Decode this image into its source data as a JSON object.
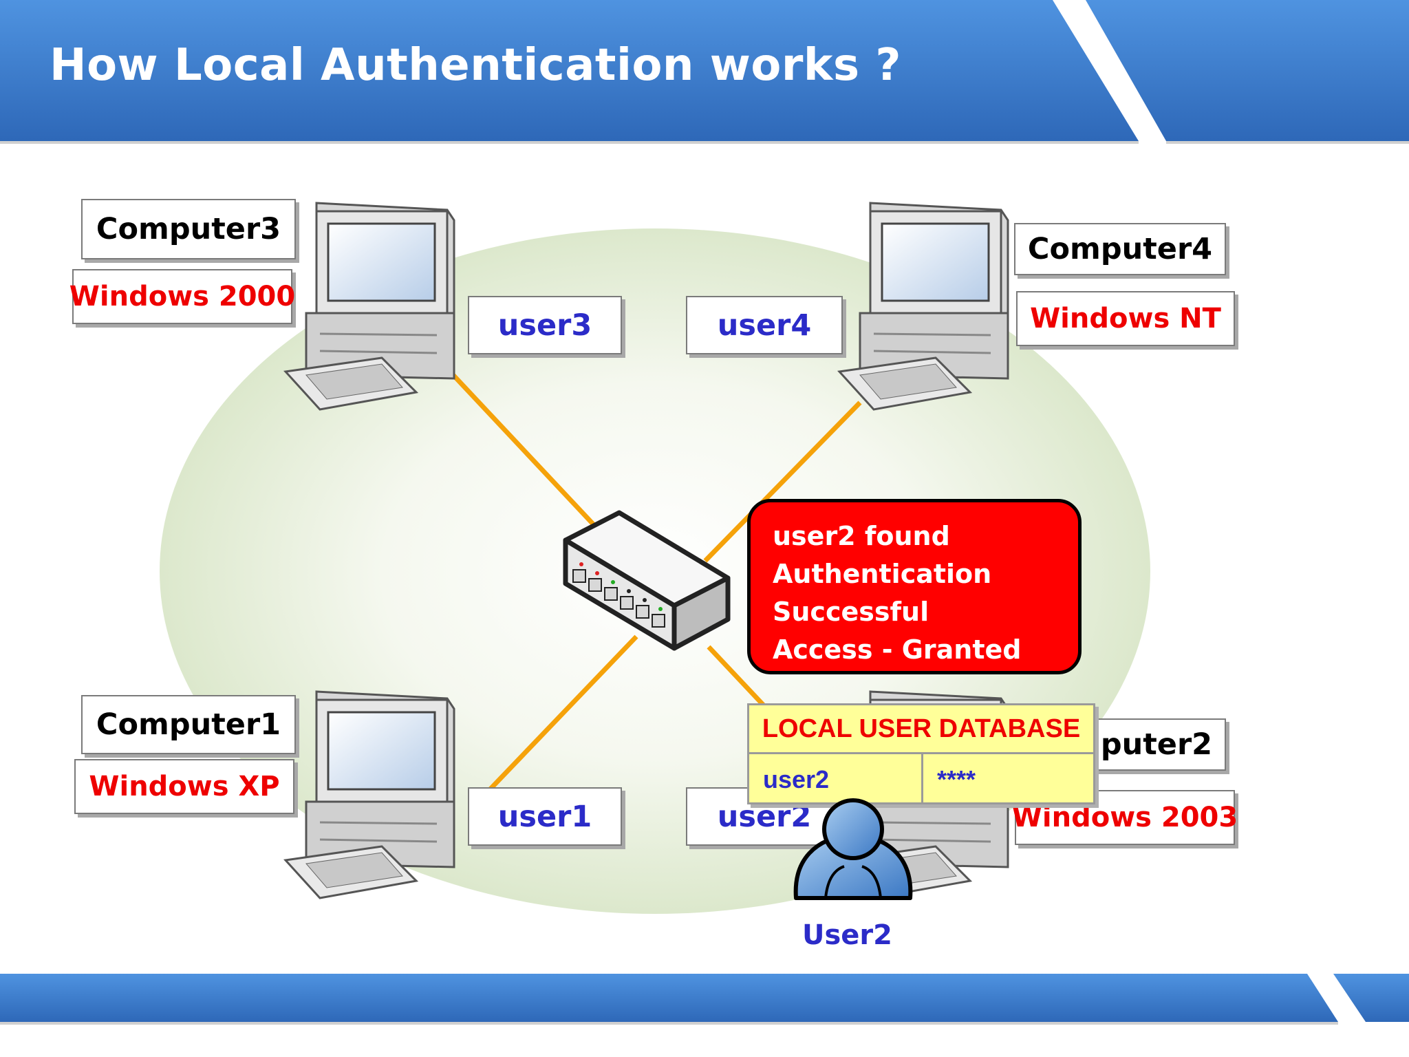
{
  "slide": {
    "title": "How Local Authentication works ?"
  },
  "colors": {
    "banner_blue": "#3c7fd0",
    "link_orange": "#f5a20a",
    "os_red": "#ee0000",
    "user_blue": "#2b2bc8",
    "callout_red": "#ff0000",
    "database_yellow": "#ffff99"
  },
  "computers": {
    "computer1": {
      "name": "Computer1",
      "os": "Windows XP",
      "user": "user1"
    },
    "computer2": {
      "name": "Computer2",
      "os": "Windows 2003",
      "user": "user2"
    },
    "computer3": {
      "name": "Computer3",
      "os": "Windows 2000",
      "user": "user3"
    },
    "computer4": {
      "name": "Computer4",
      "os": "Windows NT",
      "user": "user4"
    }
  },
  "callout": {
    "line1": "user2 found",
    "line2": "Authentication",
    "line3": "Successful",
    "line4": "Access - Granted"
  },
  "database": {
    "title": "LOCAL USER DATABASE",
    "rows": [
      {
        "username": "user2",
        "password": "****"
      }
    ]
  },
  "person": {
    "label": "User2"
  },
  "icons": {
    "computer": "desktop-computer-icon",
    "switch": "network-switch-icon",
    "person": "user-person-icon"
  }
}
